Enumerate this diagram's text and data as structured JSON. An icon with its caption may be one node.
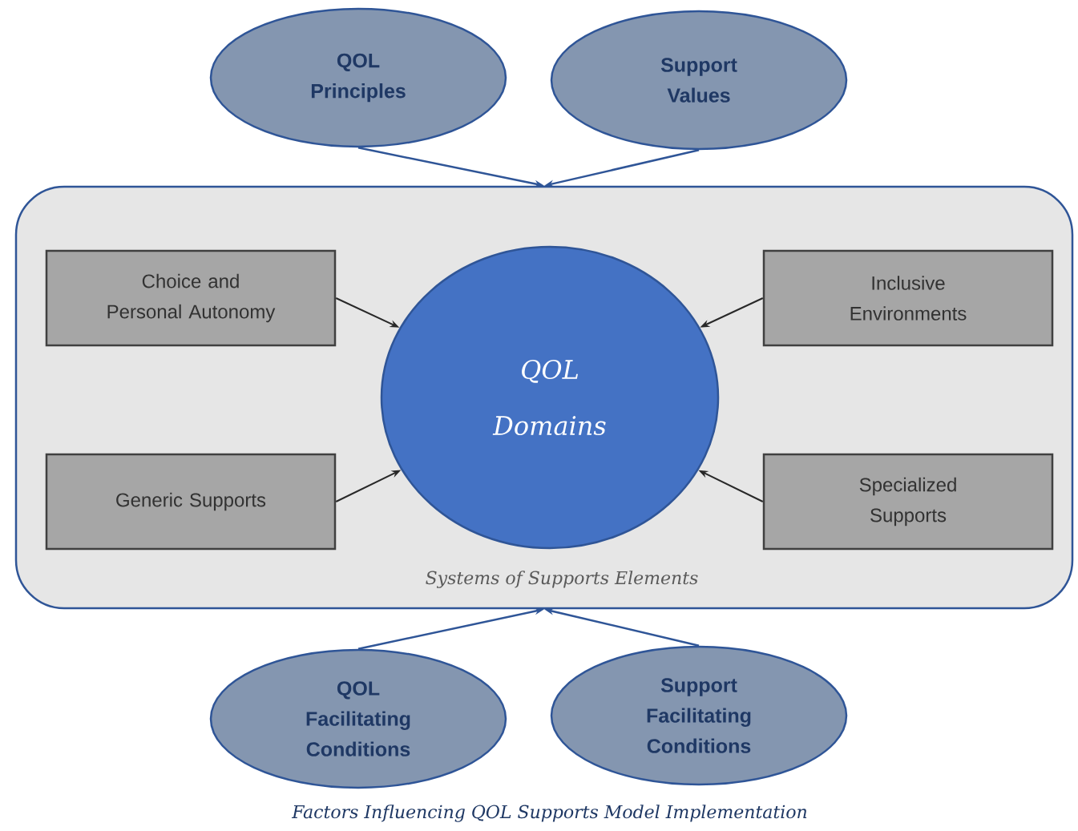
{
  "diagram": {
    "caption": "Factors Influencing QOL Supports Model Implementation",
    "nodes": [
      {
        "text": [
          "QOL Principles"
        ]
      },
      {
        "text": [
          "Support Values"
        ]
      },
      {
        "text": [
          "Systems of Supports Elements"
        ]
      },
      {
        "text": [
          "Choice and Personal Autonomy"
        ],
        "in": 2
      },
      {
        "text": [
          "QOL Domains"
        ],
        "in": 2
      },
      {
        "text": [
          "Inclusive Environments"
        ],
        "in": 2
      },
      {
        "text": [
          "Generic Supports"
        ],
        "in": 2
      },
      {
        "text": [
          "Specialized Supports"
        ],
        "in": 2
      },
      {
        "text": [
          "QOL Facilitating Conditions"
        ]
      },
      {
        "text": [
          "Support Facilitating Conditions"
        ]
      }
    ],
    "edges": [
      {
        "from": 0,
        "to": 2,
        "arrow": "to"
      },
      {
        "from": 1,
        "to": 2,
        "arrow": "to"
      },
      {
        "from": 3,
        "to": 4,
        "arrow": "to",
        "color": "#282828"
      },
      {
        "from": 5,
        "to": 4,
        "arrow": "to",
        "color": "#282828"
      },
      {
        "from": 6,
        "to": 4,
        "arrow": "to",
        "color": "#282828"
      },
      {
        "from": 7,
        "to": 4,
        "arrow": "to",
        "color": "#282828"
      },
      {
        "from": 8,
        "to": 2,
        "arrow": "to"
      },
      {
        "from": 9,
        "to": 2,
        "arrow": "to"
      }
    ]
  }
}
